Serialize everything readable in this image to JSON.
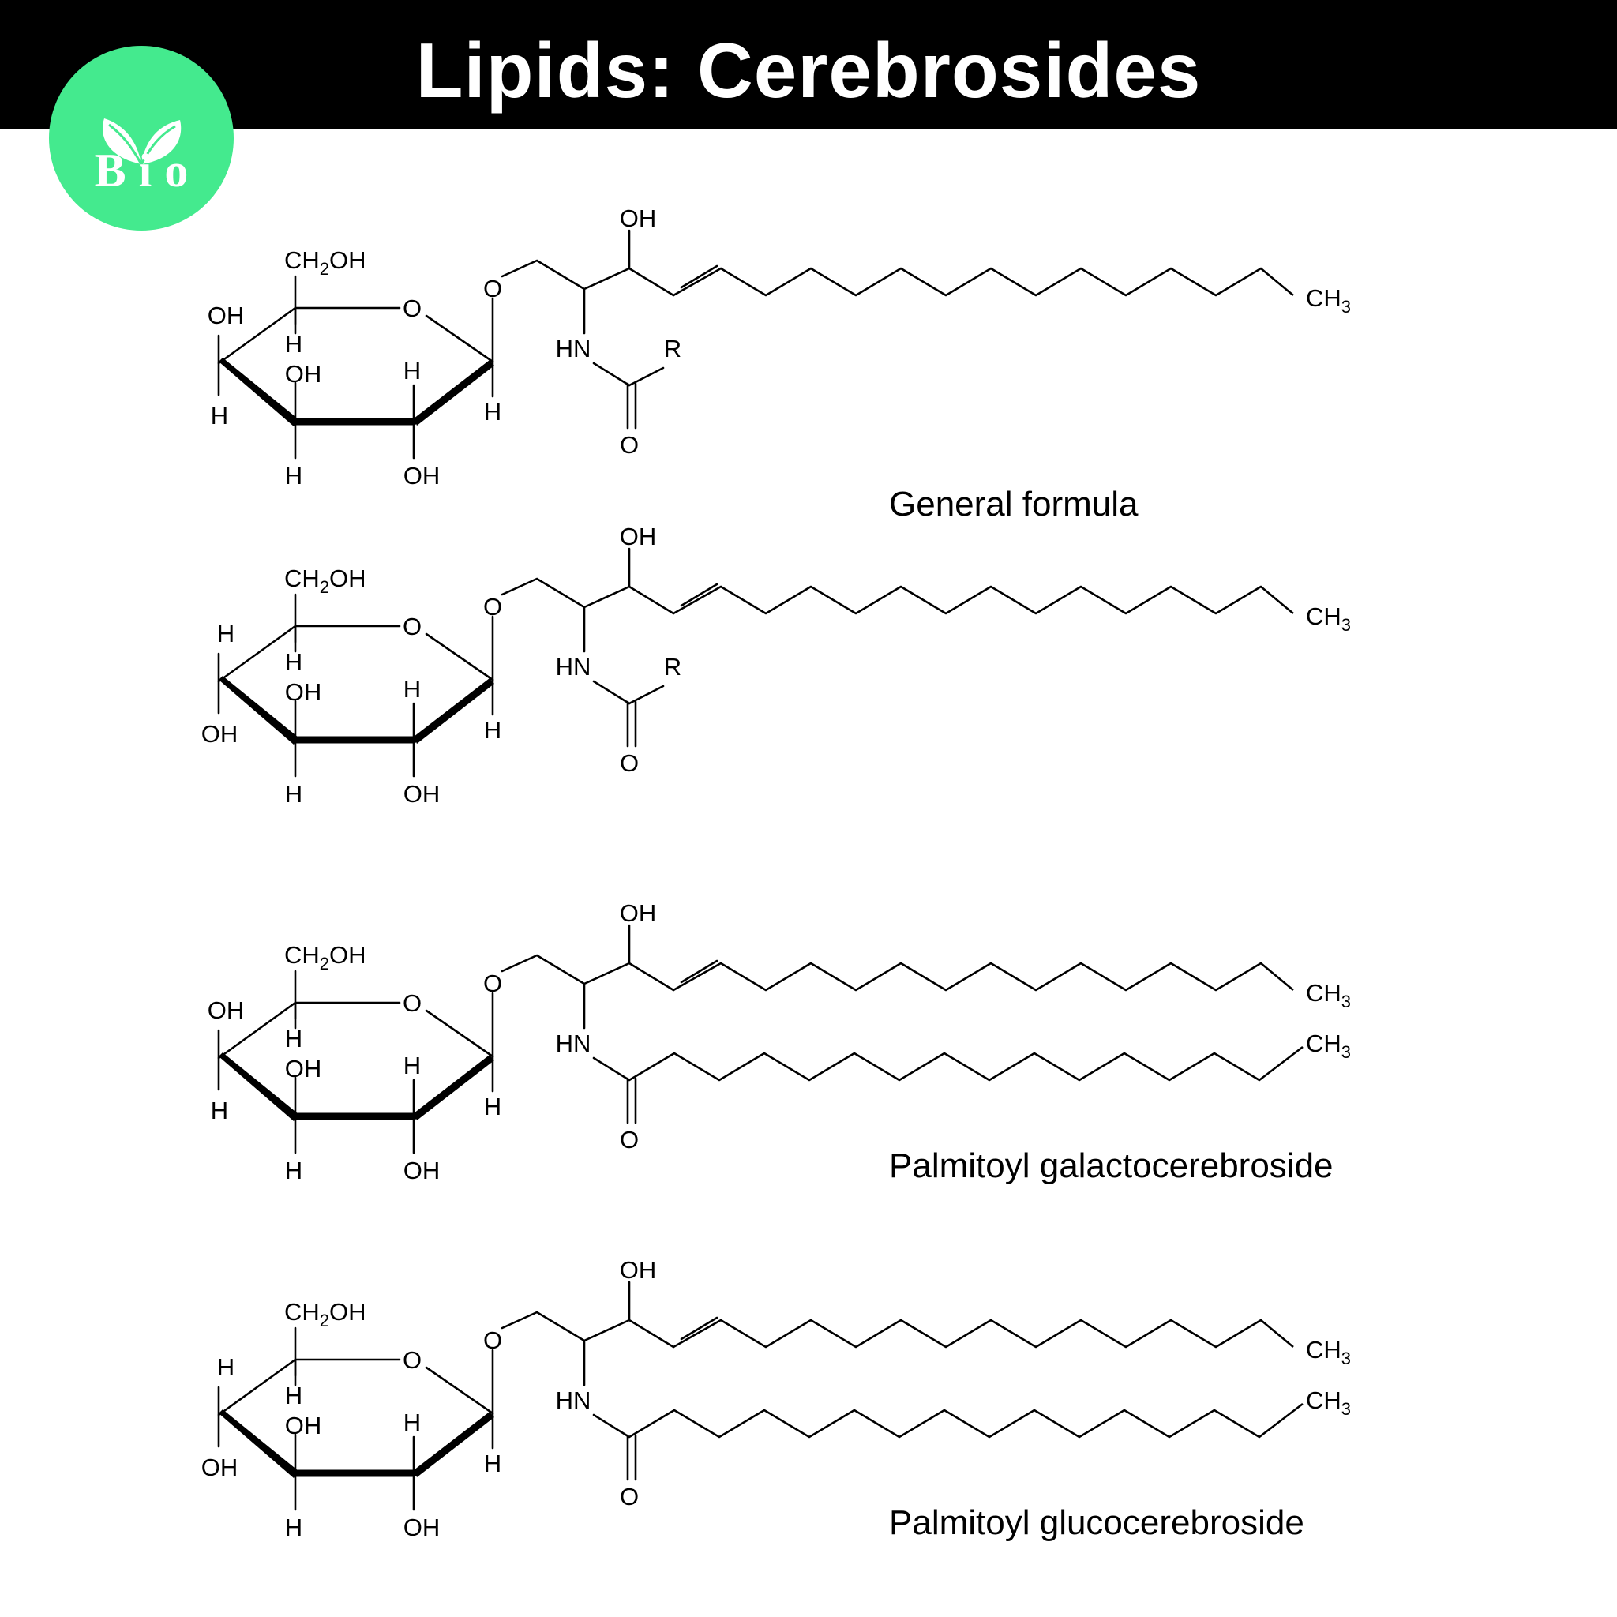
{
  "header": {
    "title": "Lipids: Cerebrosides"
  },
  "logo": {
    "text": "Bio",
    "color": "#44ea8e"
  },
  "atoms": {
    "ch2oh": "CH",
    "ch2oh_sub": "2",
    "ch2oh_tail": "OH",
    "ring_o": "O",
    "oh": "OH",
    "h": "H",
    "glyco_o": "O",
    "hn": "HN",
    "r": "R",
    "carbonyl_o": "O",
    "ch3": "CH",
    "ch3_sub": "3"
  },
  "structures": [
    {
      "caption": "General formula",
      "c4_top": "OH",
      "c4_bottom": "H",
      "acyl": "R"
    },
    {
      "caption": "",
      "c4_top": "H",
      "c4_bottom": "OH",
      "acyl": "R"
    },
    {
      "caption": "Palmitoyl galactocerebroside",
      "c4_top": "OH",
      "c4_bottom": "H",
      "acyl": "palmitoyl"
    },
    {
      "caption": "Palmitoyl glucocerebroside",
      "c4_top": "H",
      "c4_bottom": "OH",
      "acyl": "palmitoyl"
    }
  ]
}
